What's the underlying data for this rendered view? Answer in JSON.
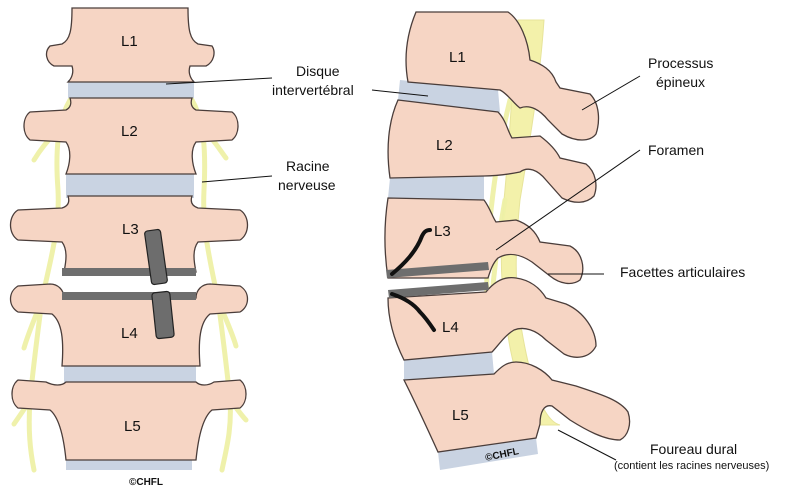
{
  "vertebrae": [
    "L1",
    "L2",
    "L3",
    "L4",
    "L5"
  ],
  "labels": {
    "disque_line1": "Disque",
    "disque_line2": "intervertébral",
    "racine_line1": "Racine",
    "racine_line2": "nerveuse",
    "processus_line1": "Processus",
    "processus_line2": "épineux",
    "foramen": "Foramen",
    "facettes": "Facettes articulaires",
    "foureau": "Foureau dural",
    "foureau_note": "(contient les racines nerveuses)"
  },
  "copyright": "©CHFL",
  "colors": {
    "bone": "#f6d5c4",
    "disc": "#c9d3e2",
    "nerve": "#eef0a6",
    "hardware": "#6e6e6e"
  }
}
